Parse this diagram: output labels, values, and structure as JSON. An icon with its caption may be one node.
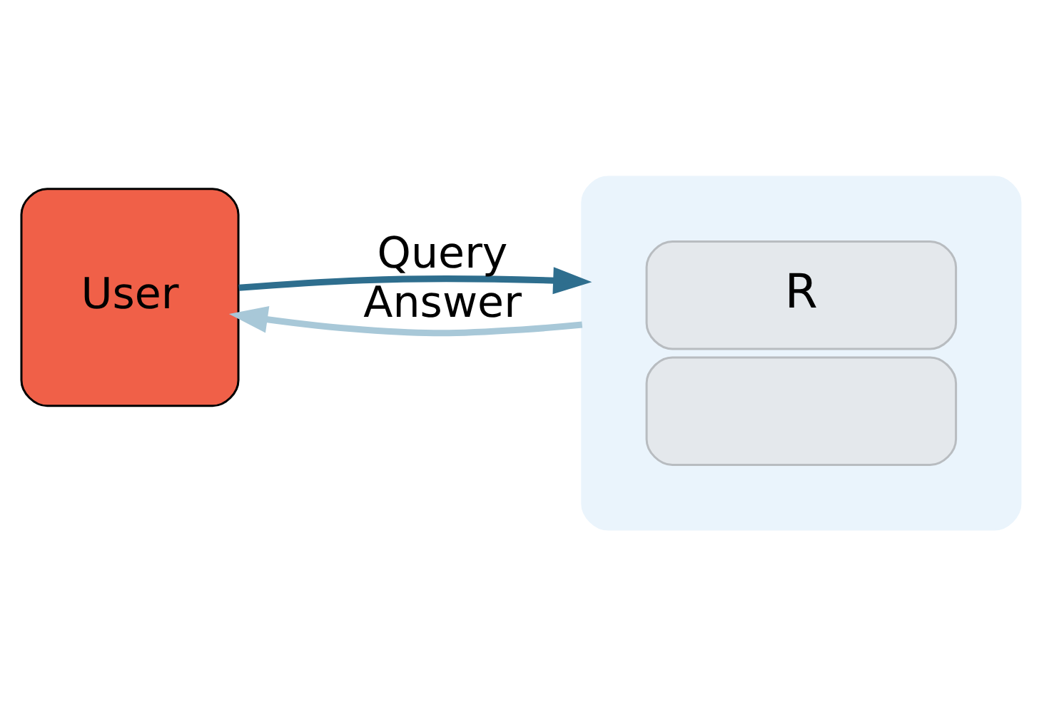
{
  "diagram": {
    "nodes": [
      {
        "text": [
          "User"
        ]
      },
      {
        "text": [],
        "shape": "box"
      },
      {
        "text": [
          "R"
        ],
        "in": 1
      },
      {
        "text": [],
        "shape": "box",
        "in": 1
      }
    ],
    "edges": [
      {
        "from": 0,
        "to": 1,
        "arrow": "to",
        "label": "Query"
      },
      {
        "from": 1,
        "to": 0,
        "arrow": "to",
        "label": "Answer",
        "color": "#a8c8d8"
      }
    ]
  }
}
